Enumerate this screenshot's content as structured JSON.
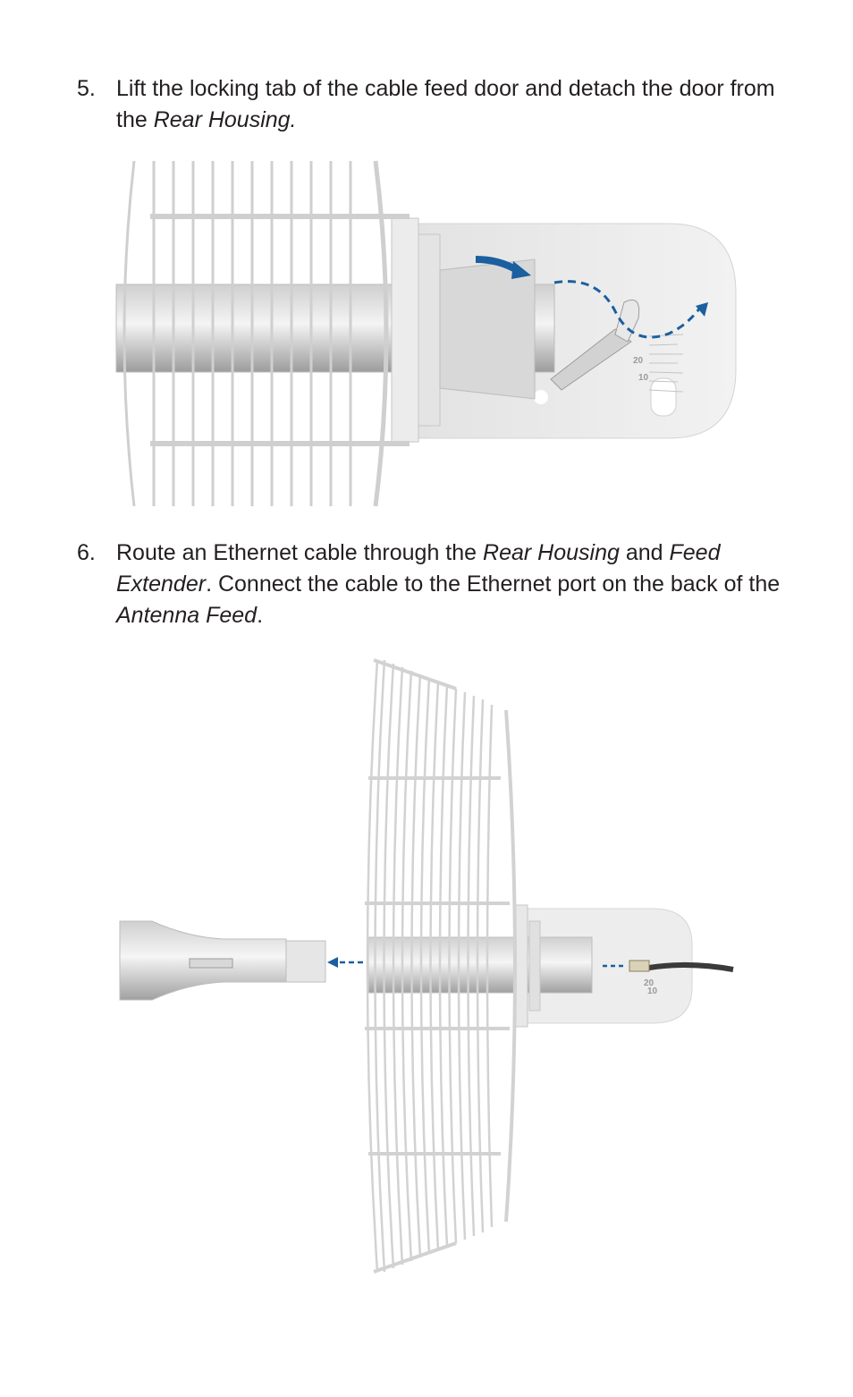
{
  "steps": [
    {
      "number": "5.",
      "parts": [
        {
          "text": "Lift the locking tab of the cable feed door and detach the door from the ",
          "italic": false
        },
        {
          "text": "Rear Housing.",
          "italic": true
        }
      ]
    },
    {
      "number": "6.",
      "parts": [
        {
          "text": "Route an Ethernet cable through the ",
          "italic": false
        },
        {
          "text": "Rear Housing",
          "italic": true
        },
        {
          "text": " and ",
          "italic": false
        },
        {
          "text": "Feed Extender",
          "italic": true
        },
        {
          "text": ". Connect the cable to the Ethernet port on the back of the ",
          "italic": false
        },
        {
          "text": "Antenna Feed",
          "italic": true
        },
        {
          "text": ".",
          "italic": false
        }
      ]
    }
  ],
  "figure1": {
    "scale_labels": [
      "20",
      "10"
    ],
    "arrow_color": "#1a5fa0"
  },
  "figure2": {
    "scale_labels": [
      "20",
      "10"
    ],
    "arrow_color": "#1a5fa0"
  }
}
